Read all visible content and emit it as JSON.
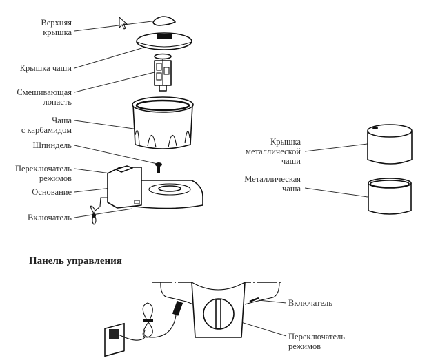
{
  "labels": {
    "top_lid": [
      "Верхняя",
      "крышка"
    ],
    "bowl_lid": "Крышка чаши",
    "mixing_paddle": [
      "Смешивающая",
      "лопасть"
    ],
    "urea_bowl": [
      "Чаша",
      "с карбамидом"
    ],
    "spindle": "Шпиндель",
    "mode_switch": [
      "Переключатель",
      "режимов"
    ],
    "base": "Основание",
    "power_switch": "Включатель",
    "metal_bowl_lid": [
      "Крышка",
      "металлической",
      "чаши"
    ],
    "metal_bowl": [
      "Металлическая",
      "чаша"
    ]
  },
  "control_panel": {
    "title": "Панель управления",
    "power_switch": "Включатель",
    "mode_switch": [
      "Переключатель",
      "режимов"
    ]
  },
  "icons": [
    "mouse-cursor-icon"
  ]
}
